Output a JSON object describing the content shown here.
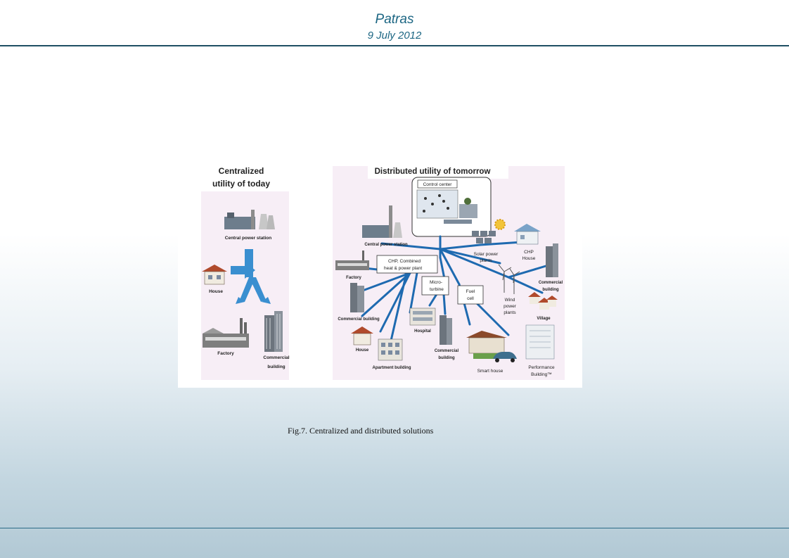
{
  "header": {
    "city": "Patras",
    "date": "9 July 2012"
  },
  "figure": {
    "left_title_1": "Centralized",
    "left_title_2": "utility  of  today",
    "right_title": "Distributed  utility  of  tomorrow",
    "left_labels": {
      "central_power_station": "Central power station",
      "house": "House",
      "factory": "Factory",
      "commercial_1": "Commercial",
      "commercial_2": "building"
    },
    "right_labels": {
      "control_center": "Control center",
      "central_power_station": "Central power station",
      "chp_1": "CHP,  Combined",
      "chp_2": "heat & power plant",
      "factory": "Factory",
      "micro_1": "Micro-",
      "micro_2": "turbine",
      "fuel_1": "Fuel",
      "fuel_2": "cell",
      "solar_1": "Solar power",
      "solar_2": "plants",
      "chp_house_1": "CHP",
      "chp_house_2": "House",
      "commercial_1": "Commercial",
      "commercial_2": "building",
      "wind_1": "Wind",
      "wind_2": "power",
      "wind_3": "plants",
      "village": "Village",
      "commercial_left": "Commercial building",
      "hospital": "Hospital",
      "commercial_mid_1": "Commercial",
      "commercial_mid_2": "building",
      "house": "House",
      "apartment": "Apartment building",
      "smart_house": "Smart house",
      "performance_1": "Performance",
      "performance_2": "Building™"
    }
  },
  "caption": "Fig.7.  Centralized and distributed solutions",
  "colors": {
    "header_text": "#1c6683",
    "rule": "#1f4f63",
    "panel_bg": "#f7eef6",
    "arrow": "#3a8fd0",
    "line": "#1e6ab0"
  }
}
